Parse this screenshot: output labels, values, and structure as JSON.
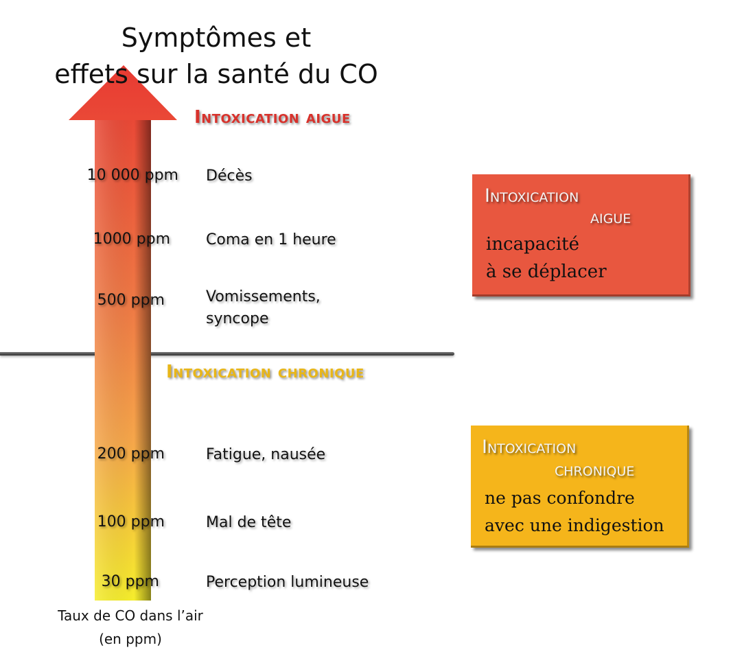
{
  "title": {
    "line1": "Symptômes et",
    "line2": "effets sur la santé du CO"
  },
  "arrow": {
    "colors": {
      "top": "#e83a32",
      "middle": "#f08a3e",
      "bottom": "#f6ee2c"
    }
  },
  "sections": {
    "acute": {
      "label": "Intoxication aigue",
      "color": "#d8322c"
    },
    "chronic": {
      "label": "Intoxication chronique",
      "color": "#e8b619"
    }
  },
  "levels": [
    {
      "ppm": "10 000 ppm",
      "symptom": "Décès"
    },
    {
      "ppm": "1000 ppm",
      "symptom": "Coma en 1 heure"
    },
    {
      "ppm": "500 ppm",
      "symptom": "Vomissements, syncope"
    },
    {
      "ppm": "200 ppm",
      "symptom": "Fatigue, nausée"
    },
    {
      "ppm": "100 ppm",
      "symptom": "Mal de tête"
    },
    {
      "ppm": "30 ppm",
      "symptom": "Perception lumineuse"
    }
  ],
  "boxes": {
    "acute": {
      "title1": "Intoxication",
      "title2": "aigue",
      "line1": "incapacité",
      "line2": "à se déplacer",
      "color": "#e8573f"
    },
    "chronic": {
      "title1": "Intoxication",
      "title2": "chronique",
      "line1": "ne pas confondre",
      "line2": "avec une indigestion",
      "color": "#f5b51b"
    }
  },
  "axis_caption": {
    "line1": "Taux de CO dans l’air",
    "line2": "(en ppm)"
  }
}
